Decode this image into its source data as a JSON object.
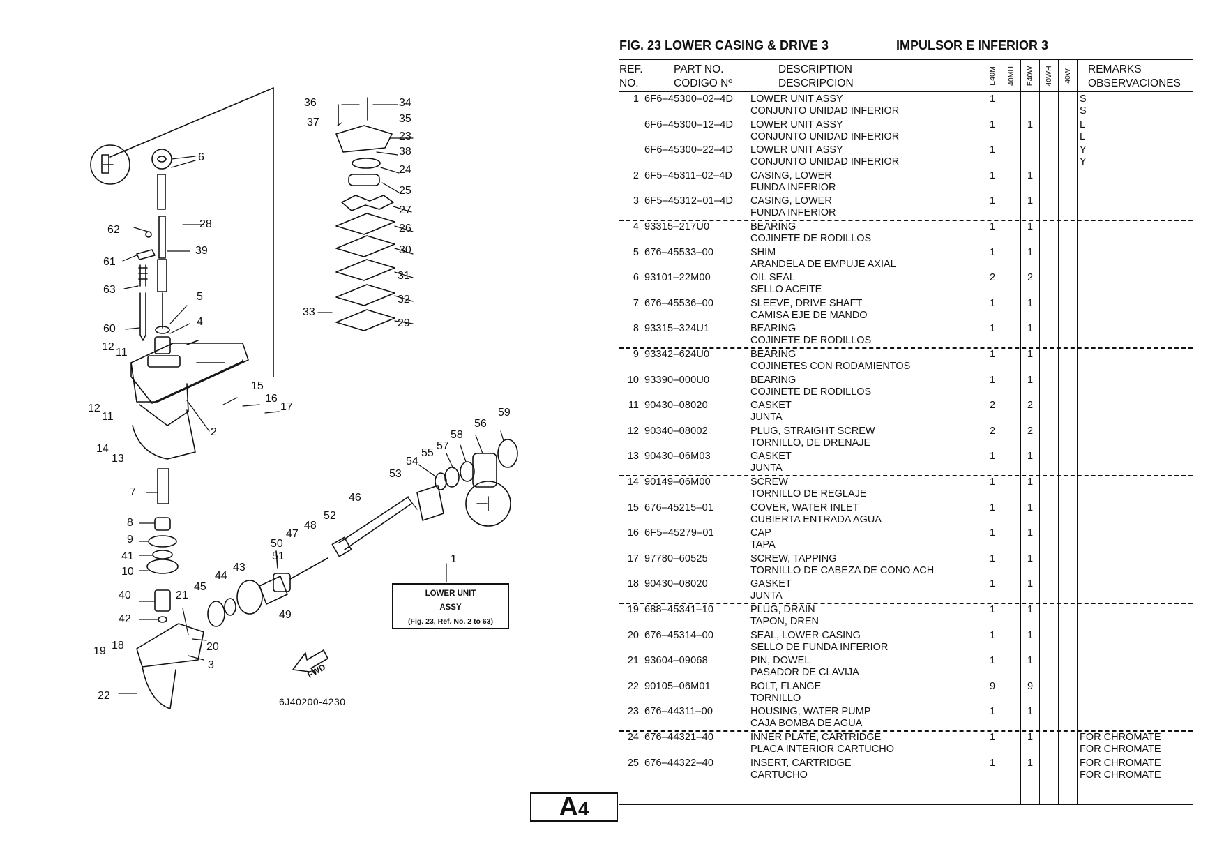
{
  "header": {
    "title_en": "FIG. 23  LOWER CASING & DRIVE 3",
    "title_es": "IMPULSOR E INFERIOR 3"
  },
  "table": {
    "col_ref": [
      "REF.",
      "NO."
    ],
    "col_part": [
      "PART NO.",
      "CODIGO Nº"
    ],
    "col_desc": [
      "DESCRIPTION",
      "DESCRIPCION"
    ],
    "model_cols": [
      "E40M",
      "40MH",
      "E40W",
      "40WH",
      "40W"
    ],
    "col_remarks": [
      "REMARKS",
      "OBSERVACIONES"
    ],
    "rows": [
      {
        "ref": "1",
        "part": "6F6–45300–02–4D",
        "en": "LOWER UNIT ASSY",
        "es": "CONJUNTO UNIDAD INFERIOR",
        "q": [
          "1",
          "",
          "",
          "",
          ""
        ],
        "rem": [
          "S",
          "S"
        ]
      },
      {
        "ref": "",
        "part": "6F6–45300–12–4D",
        "en": "LOWER UNIT ASSY",
        "es": "CONJUNTO UNIDAD INFERIOR",
        "q": [
          "1",
          "",
          "1",
          "",
          ""
        ],
        "rem": [
          "L",
          "L"
        ]
      },
      {
        "ref": "",
        "part": "6F6–45300–22–4D",
        "en": "LOWER UNIT ASSY",
        "es": "CONJUNTO UNIDAD INFERIOR",
        "q": [
          "1",
          "",
          "",
          "",
          ""
        ],
        "rem": [
          "Y",
          "Y"
        ]
      },
      {
        "ref": "2",
        "part": "6F5–45311–02–4D",
        "en": "CASING, LOWER",
        "es": "FUNDA INFERIOR",
        "q": [
          "1",
          "",
          "1",
          "",
          ""
        ],
        "rem": [
          "",
          ""
        ]
      },
      {
        "ref": "3",
        "part": "6F5–45312–01–4D",
        "en": "CASING, LOWER",
        "es": "FUNDA INFERIOR",
        "q": [
          "1",
          "",
          "1",
          "",
          ""
        ],
        "rem": [
          "",
          ""
        ]
      },
      {
        "ref": "4",
        "part": "93315–217U0",
        "en": "BEARING",
        "es": "COJINETE DE RODILLOS",
        "q": [
          "1",
          "",
          "1",
          "",
          ""
        ],
        "rem": [
          "",
          ""
        ]
      },
      {
        "ref": "5",
        "part": "676–45533–00",
        "en": "SHIM",
        "es": "ARANDELA DE EMPUJE AXIAL",
        "q": [
          "1",
          "",
          "1",
          "",
          ""
        ],
        "rem": [
          "",
          ""
        ]
      },
      {
        "ref": "6",
        "part": "93101–22M00",
        "en": "OIL SEAL",
        "es": "SELLO ACEITE",
        "q": [
          "2",
          "",
          "2",
          "",
          ""
        ],
        "rem": [
          "",
          ""
        ]
      },
      {
        "ref": "7",
        "part": "676–45536–00",
        "en": "SLEEVE, DRIVE SHAFT",
        "es": "CAMISA EJE DE MANDO",
        "q": [
          "1",
          "",
          "1",
          "",
          ""
        ],
        "rem": [
          "",
          ""
        ]
      },
      {
        "ref": "8",
        "part": "93315–324U1",
        "en": "BEARING",
        "es": "COJINETE DE RODILLOS",
        "q": [
          "1",
          "",
          "1",
          "",
          ""
        ],
        "rem": [
          "",
          ""
        ]
      },
      {
        "ref": "9",
        "part": "93342–624U0",
        "en": "BEARING",
        "es": "COJINETES CON RODAMIENTOS",
        "q": [
          "1",
          "",
          "1",
          "",
          ""
        ],
        "rem": [
          "",
          ""
        ]
      },
      {
        "ref": "10",
        "part": "93390–000U0",
        "en": "BEARING",
        "es": "COJINETE DE RODILLOS",
        "q": [
          "1",
          "",
          "1",
          "",
          ""
        ],
        "rem": [
          "",
          ""
        ]
      },
      {
        "ref": "11",
        "part": "90430–08020",
        "en": "GASKET",
        "es": "JUNTA",
        "q": [
          "2",
          "",
          "2",
          "",
          ""
        ],
        "rem": [
          "",
          ""
        ]
      },
      {
        "ref": "12",
        "part": "90340–08002",
        "en": "PLUG, STRAIGHT SCREW",
        "es": "TORNILLO, DE DRENAJE",
        "q": [
          "2",
          "",
          "2",
          "",
          ""
        ],
        "rem": [
          "",
          ""
        ]
      },
      {
        "ref": "13",
        "part": "90430–06M03",
        "en": "GASKET",
        "es": "JUNTA",
        "q": [
          "1",
          "",
          "1",
          "",
          ""
        ],
        "rem": [
          "",
          ""
        ]
      },
      {
        "ref": "14",
        "part": "90149–06M00",
        "en": "SCREW",
        "es": "TORNILLO DE REGLAJE",
        "q": [
          "1",
          "",
          "1",
          "",
          ""
        ],
        "rem": [
          "",
          ""
        ]
      },
      {
        "ref": "15",
        "part": "676–45215–01",
        "en": "COVER, WATER INLET",
        "es": "CUBIERTA  ENTRADA AGUA",
        "q": [
          "1",
          "",
          "1",
          "",
          ""
        ],
        "rem": [
          "",
          ""
        ]
      },
      {
        "ref": "16",
        "part": "6F5–45279–01",
        "en": "CAP",
        "es": "TAPA",
        "q": [
          "1",
          "",
          "1",
          "",
          ""
        ],
        "rem": [
          "",
          ""
        ]
      },
      {
        "ref": "17",
        "part": "97780–60525",
        "en": "SCREW, TAPPING",
        "es": "TORNILLO DE CABEZA DE CONO ACH",
        "q": [
          "1",
          "",
          "1",
          "",
          ""
        ],
        "rem": [
          "",
          ""
        ]
      },
      {
        "ref": "18",
        "part": "90430–08020",
        "en": "GASKET",
        "es": "JUNTA",
        "q": [
          "1",
          "",
          "1",
          "",
          ""
        ],
        "rem": [
          "",
          ""
        ]
      },
      {
        "ref": "19",
        "part": "688–45341–10",
        "en": "PLUG, DRAIN",
        "es": "TAPON, DREN",
        "q": [
          "1",
          "",
          "1",
          "",
          ""
        ],
        "rem": [
          "",
          ""
        ]
      },
      {
        "ref": "20",
        "part": "676–45314–00",
        "en": "SEAL, LOWER CASING",
        "es": "SELLO DE FUNDA INFERIOR",
        "q": [
          "1",
          "",
          "1",
          "",
          ""
        ],
        "rem": [
          "",
          ""
        ]
      },
      {
        "ref": "21",
        "part": "93604–09068",
        "en": "PIN, DOWEL",
        "es": "PASADOR DE CLAVIJA",
        "q": [
          "1",
          "",
          "1",
          "",
          ""
        ],
        "rem": [
          "",
          ""
        ]
      },
      {
        "ref": "22",
        "part": "90105–06M01",
        "en": "BOLT, FLANGE",
        "es": "TORNILLO",
        "q": [
          "9",
          "",
          "9",
          "",
          ""
        ],
        "rem": [
          "",
          ""
        ]
      },
      {
        "ref": "23",
        "part": "676–44311–00",
        "en": "HOUSING, WATER PUMP",
        "es": "CAJA  BOMBA DE AGUA",
        "q": [
          "1",
          "",
          "1",
          "",
          ""
        ],
        "rem": [
          "",
          ""
        ]
      },
      {
        "ref": "24",
        "part": "676–44321–40",
        "en": "INNER PLATE, CARTRIDGE",
        "es": "PLACA INTERIOR  CARTUCHO",
        "q": [
          "1",
          "",
          "1",
          "",
          ""
        ],
        "rem": [
          "FOR CHROMATE",
          "FOR CHROMATE"
        ]
      },
      {
        "ref": "25",
        "part": "676–44322–40",
        "en": "INSERT, CARTRIDGE",
        "es": "CARTUCHO",
        "q": [
          "1",
          "",
          "1",
          "",
          ""
        ],
        "rem": [
          "FOR CHROMATE",
          "FOR CHROMATE"
        ]
      }
    ],
    "separators_after": [
      4,
      9,
      14,
      19,
      24
    ]
  },
  "diagram": {
    "drawing_code": "6J40200-4230",
    "assy_box": [
      "LOWER UNIT",
      "ASSY",
      "(Fig. 23, Ref. No. 2 to 63)"
    ],
    "fwd_label": "FWD",
    "callouts": [
      "36",
      "34",
      "37",
      "35",
      "23",
      "38",
      "24",
      "25",
      "27",
      "26",
      "30",
      "31",
      "32",
      "33",
      "29",
      "6",
      "62",
      "28",
      "61",
      "39",
      "63",
      "5",
      "4",
      "60",
      "12",
      "11",
      "15",
      "16",
      "17",
      "12",
      "11",
      "2",
      "14",
      "13",
      "59",
      "56",
      "58",
      "57",
      "55",
      "54",
      "53",
      "46",
      "52",
      "48",
      "47",
      "50",
      "51",
      "43",
      "44",
      "45",
      "49",
      "7",
      "8",
      "9",
      "41",
      "10",
      "40",
      "21",
      "42",
      "20",
      "19",
      "18",
      "3",
      "22",
      "1"
    ]
  },
  "page_tag": {
    "letter": "A",
    "number": "4"
  }
}
